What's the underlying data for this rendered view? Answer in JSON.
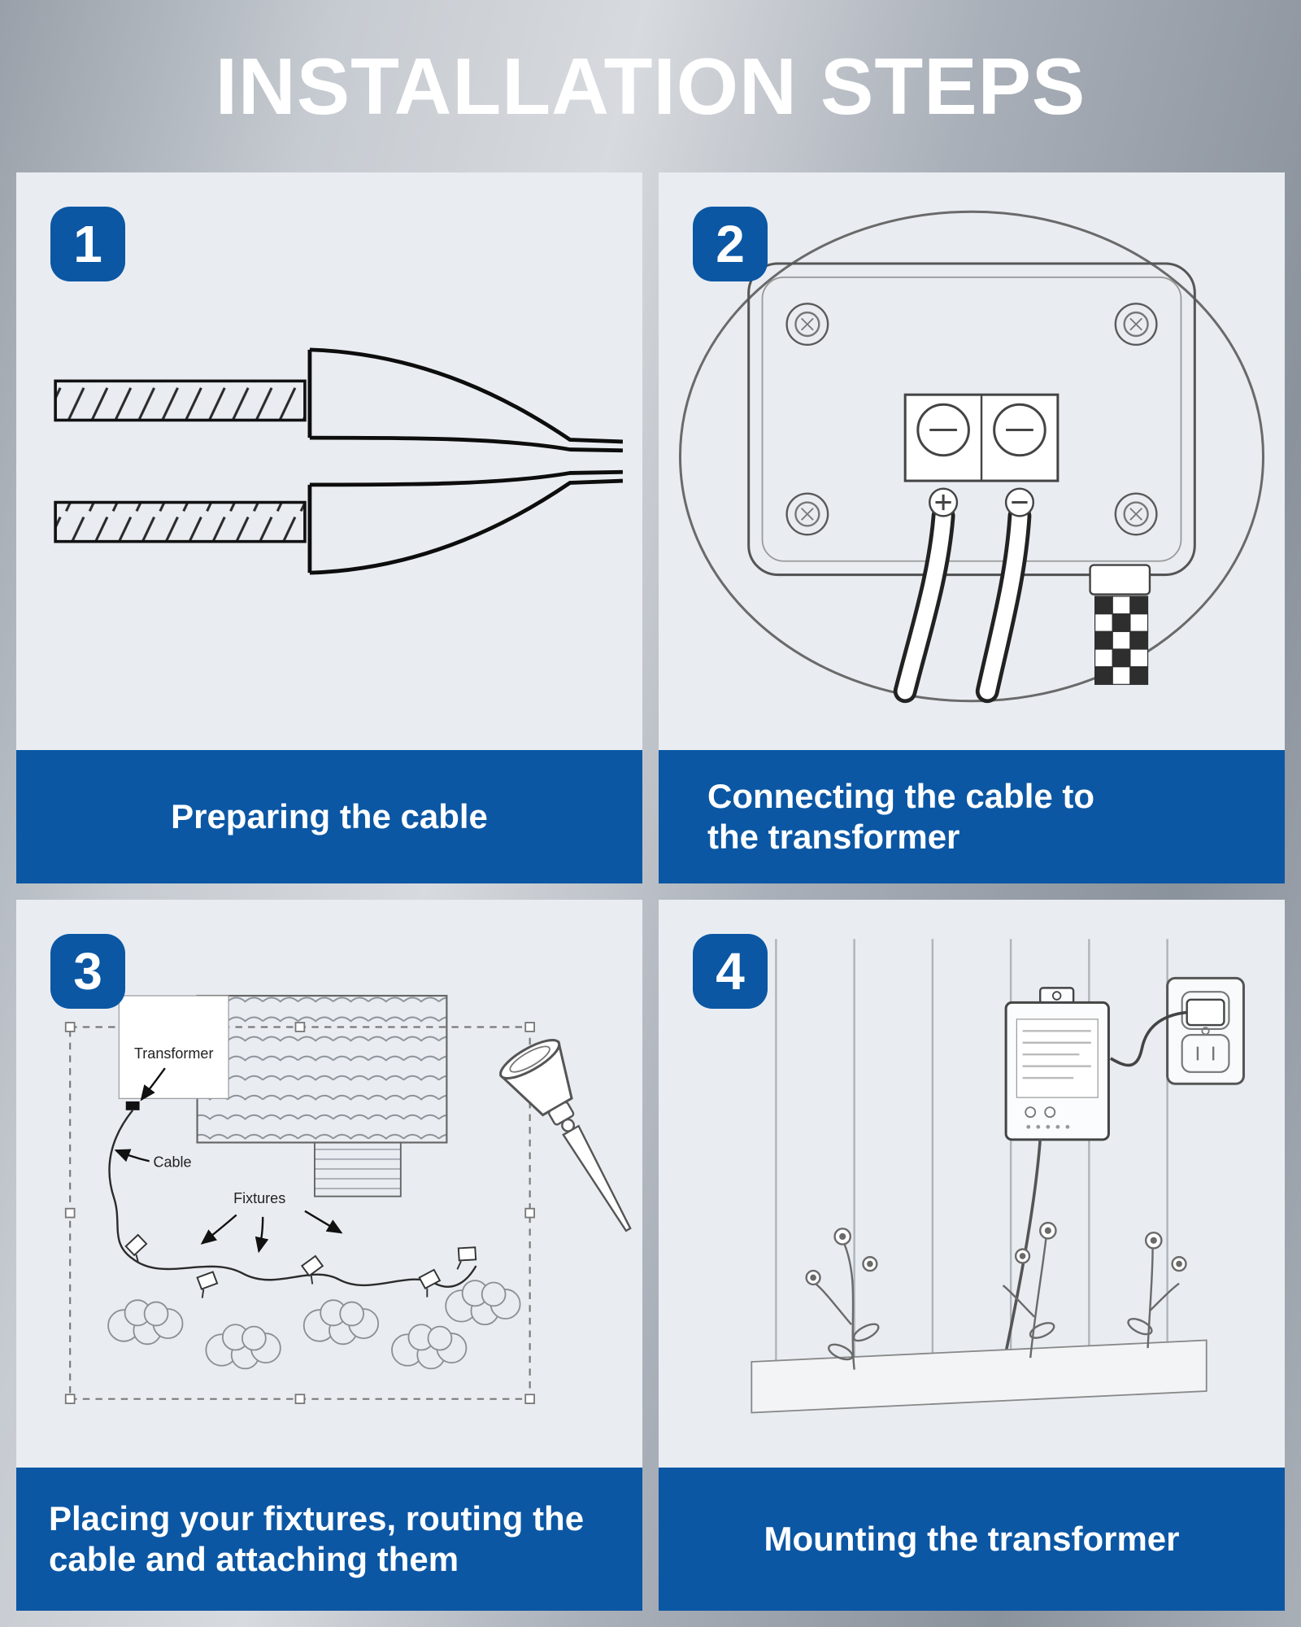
{
  "title": "INSTALLATION STEPS",
  "colors": {
    "accent_blue": "#0b57a4",
    "panel_bg": "#e9edf2"
  },
  "steps": [
    {
      "number": "1",
      "caption": "Preparing the cable"
    },
    {
      "number": "2",
      "caption": "Connecting the cable to the transformer"
    },
    {
      "number": "3",
      "caption": "Placing your fixtures, routing the cable and attaching them"
    },
    {
      "number": "4",
      "caption": "Mounting the transformer"
    }
  ],
  "step3_labels": {
    "transformer": "Transformer",
    "cable": "Cable",
    "fixtures": "Fixtures"
  }
}
